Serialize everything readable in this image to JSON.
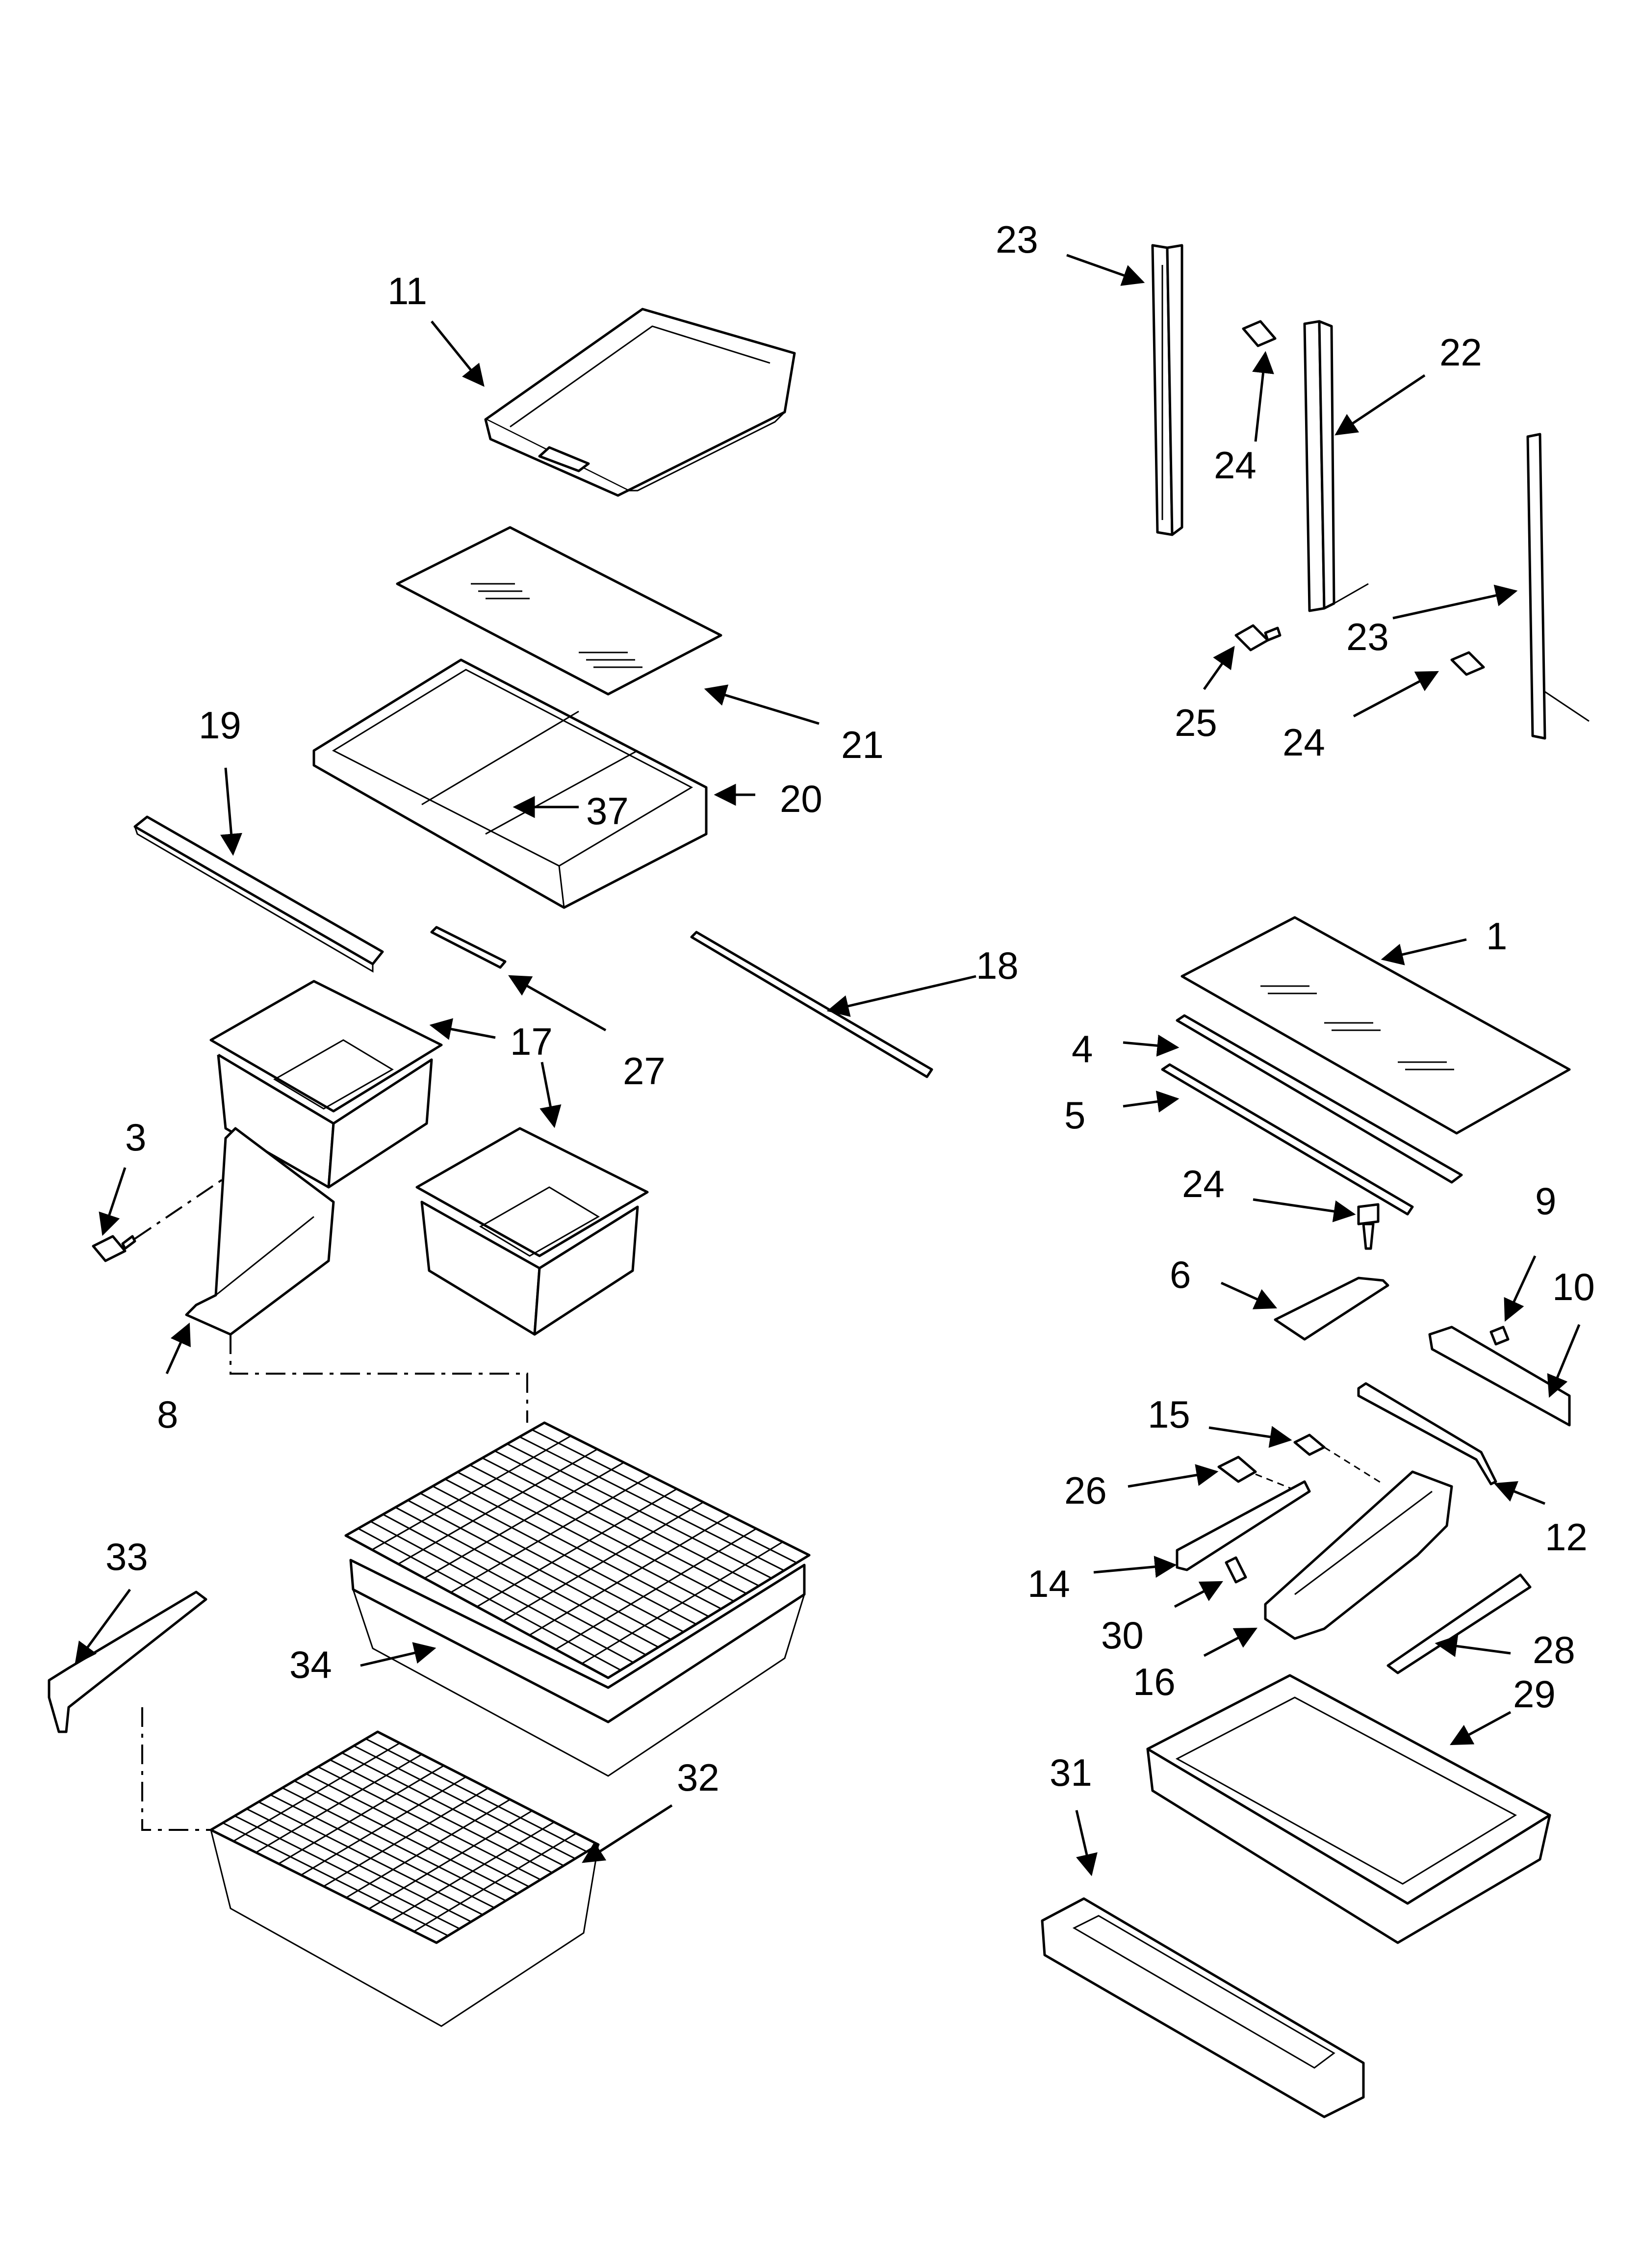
{
  "callouts": [
    {
      "id": "11",
      "text": "11"
    },
    {
      "id": "21",
      "text": "21"
    },
    {
      "id": "20",
      "text": "20"
    },
    {
      "id": "37",
      "text": "37"
    },
    {
      "id": "19",
      "text": "19"
    },
    {
      "id": "27",
      "text": "27"
    },
    {
      "id": "18",
      "text": "18"
    },
    {
      "id": "17",
      "text": "17"
    },
    {
      "id": "3",
      "text": "3"
    },
    {
      "id": "8",
      "text": "8"
    },
    {
      "id": "33",
      "text": "33"
    },
    {
      "id": "34",
      "text": "34"
    },
    {
      "id": "32",
      "text": "32"
    },
    {
      "id": "23a",
      "text": "23"
    },
    {
      "id": "24a",
      "text": "24"
    },
    {
      "id": "22",
      "text": "22"
    },
    {
      "id": "23b",
      "text": "23"
    },
    {
      "id": "25",
      "text": "25"
    },
    {
      "id": "24b",
      "text": "24"
    },
    {
      "id": "1",
      "text": "1"
    },
    {
      "id": "4",
      "text": "4"
    },
    {
      "id": "5",
      "text": "5"
    },
    {
      "id": "24c",
      "text": "24"
    },
    {
      "id": "6",
      "text": "6"
    },
    {
      "id": "9",
      "text": "9"
    },
    {
      "id": "10",
      "text": "10"
    },
    {
      "id": "15",
      "text": "15"
    },
    {
      "id": "26",
      "text": "26"
    },
    {
      "id": "12",
      "text": "12"
    },
    {
      "id": "14",
      "text": "14"
    },
    {
      "id": "30",
      "text": "30"
    },
    {
      "id": "16",
      "text": "16"
    },
    {
      "id": "28",
      "text": "28"
    },
    {
      "id": "29",
      "text": "29"
    },
    {
      "id": "31",
      "text": "31"
    }
  ]
}
